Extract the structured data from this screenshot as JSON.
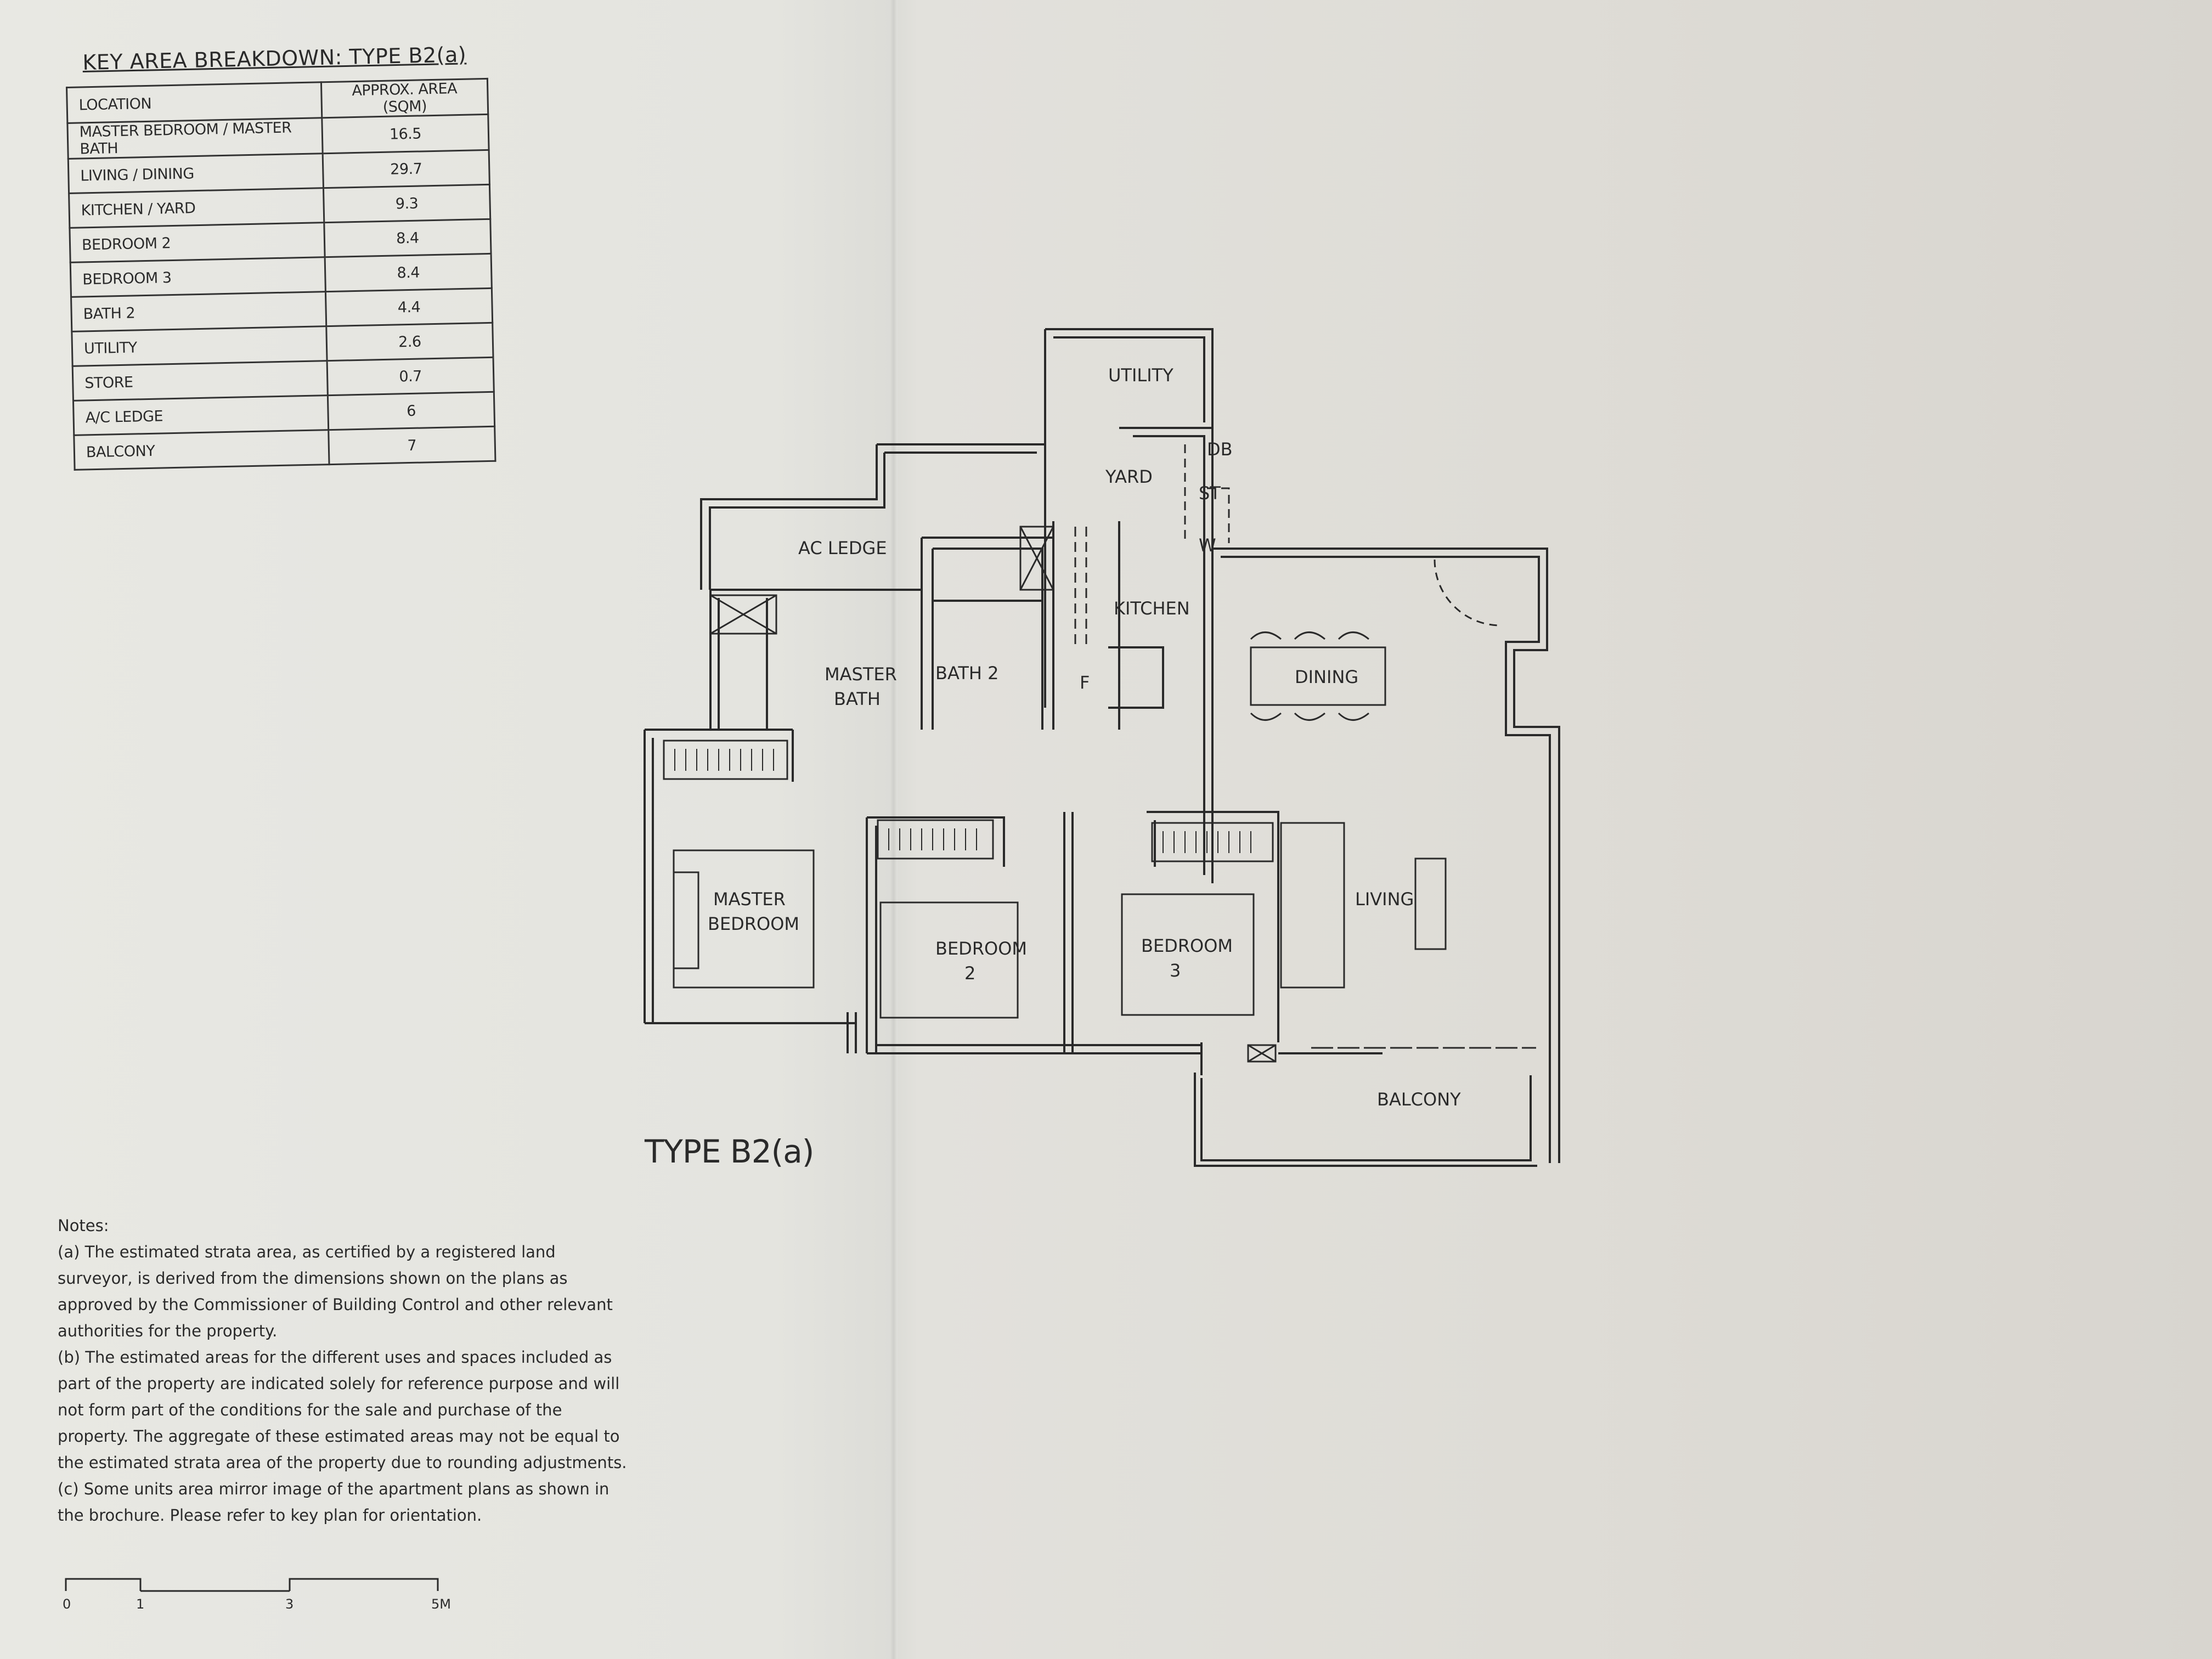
{
  "table": {
    "title": "KEY AREA BREAKDOWN: TYPE B2(a)",
    "header": {
      "location": "LOCATION",
      "area": "APPROX. AREA (SQM)"
    },
    "rows": [
      {
        "location": "MASTER BEDROOM / MASTER BATH",
        "area": "16.5"
      },
      {
        "location": "LIVING / DINING",
        "area": "29.7"
      },
      {
        "location": "KITCHEN / YARD",
        "area": "9.3"
      },
      {
        "location": "BEDROOM 2",
        "area": "8.4"
      },
      {
        "location": "BEDROOM 3",
        "area": "8.4"
      },
      {
        "location": "BATH 2",
        "area": "4.4"
      },
      {
        "location": "UTILITY",
        "area": "2.6"
      },
      {
        "location": "STORE",
        "area": "0.7"
      },
      {
        "location": "A/C LEDGE",
        "area": "6"
      },
      {
        "location": "BALCONY",
        "area": "7"
      }
    ]
  },
  "plan": {
    "type_title": "TYPE B2(a)",
    "rooms": {
      "utility": "UTILITY",
      "yard": "YARD",
      "db": "DB",
      "st": "ST",
      "w": "W",
      "ac_ledge": "AC LEDGE",
      "kitchen": "KITCHEN",
      "f": "F",
      "master_bath_1": "MASTER",
      "master_bath_2": "BATH",
      "bath2": "BATH 2",
      "dining": "DINING",
      "master_bedroom_1": "MASTER",
      "master_bedroom_2": "BEDROOM",
      "bedroom2_1": "BEDROOM",
      "bedroom2_2": "2",
      "bedroom3_1": "BEDROOM",
      "bedroom3_2": "3",
      "living": "LIVING",
      "balcony": "BALCONY"
    }
  },
  "notes": {
    "heading": "Notes:",
    "a": "(a) The estimated strata area, as certified by a registered land surveyor, is derived from the dimensions shown on the plans as approved by the Commissioner of Building Control and other relevant authorities for the property.",
    "b": "(b) The estimated areas for the different uses and spaces included as part of the property are indicated solely for reference purpose and will not form part of the conditions for the sale and purchase of the property. The aggregate of these estimated areas may not be equal to the estimated strata area of the property due to rounding adjustments.",
    "c": "(c) Some units area mirror image of the apartment plans as shown in the brochure. Please refer to key plan for orientation."
  },
  "scale": {
    "labels": [
      "0",
      "1",
      "3",
      "5M"
    ]
  }
}
